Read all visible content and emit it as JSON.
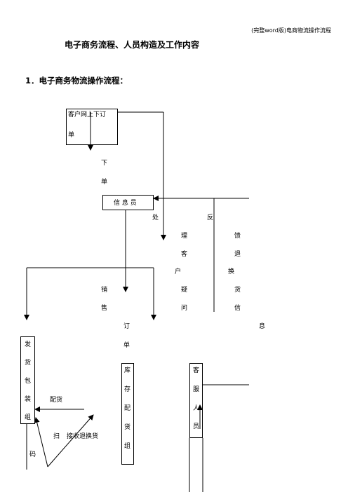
{
  "header": {
    "doc_label": "(完整word版)电商物流操作流程"
  },
  "title": "电子商务流程、人员构造及工作内容",
  "section": {
    "heading": "1．电子商务物流操作流程："
  },
  "flow": {
    "customer_order_line1": "客户网上下订",
    "customer_order_line2": "单",
    "place_order": [
      "下",
      "单"
    ],
    "info_staff": "信 息 员",
    "handle_customer_query": [
      "处",
      "理",
      "客",
      "户",
      "疑",
      "问"
    ],
    "feedback_return_exchange_info": [
      "反",
      "馈",
      "退",
      "换",
      "货",
      "信",
      "息"
    ],
    "sales_order": [
      "销",
      "售",
      "订",
      "单"
    ],
    "shipping_pack_group": [
      "发",
      "货",
      "包",
      "装",
      "组"
    ],
    "distribution": "配货",
    "scan_code": [
      "扫",
      "码"
    ],
    "receive_return_exchange": "接收退换货",
    "warehouse_group": [
      "库",
      "存",
      "配",
      "货",
      "组"
    ],
    "customer_service": [
      "客",
      "服",
      "人",
      "员"
    ]
  }
}
